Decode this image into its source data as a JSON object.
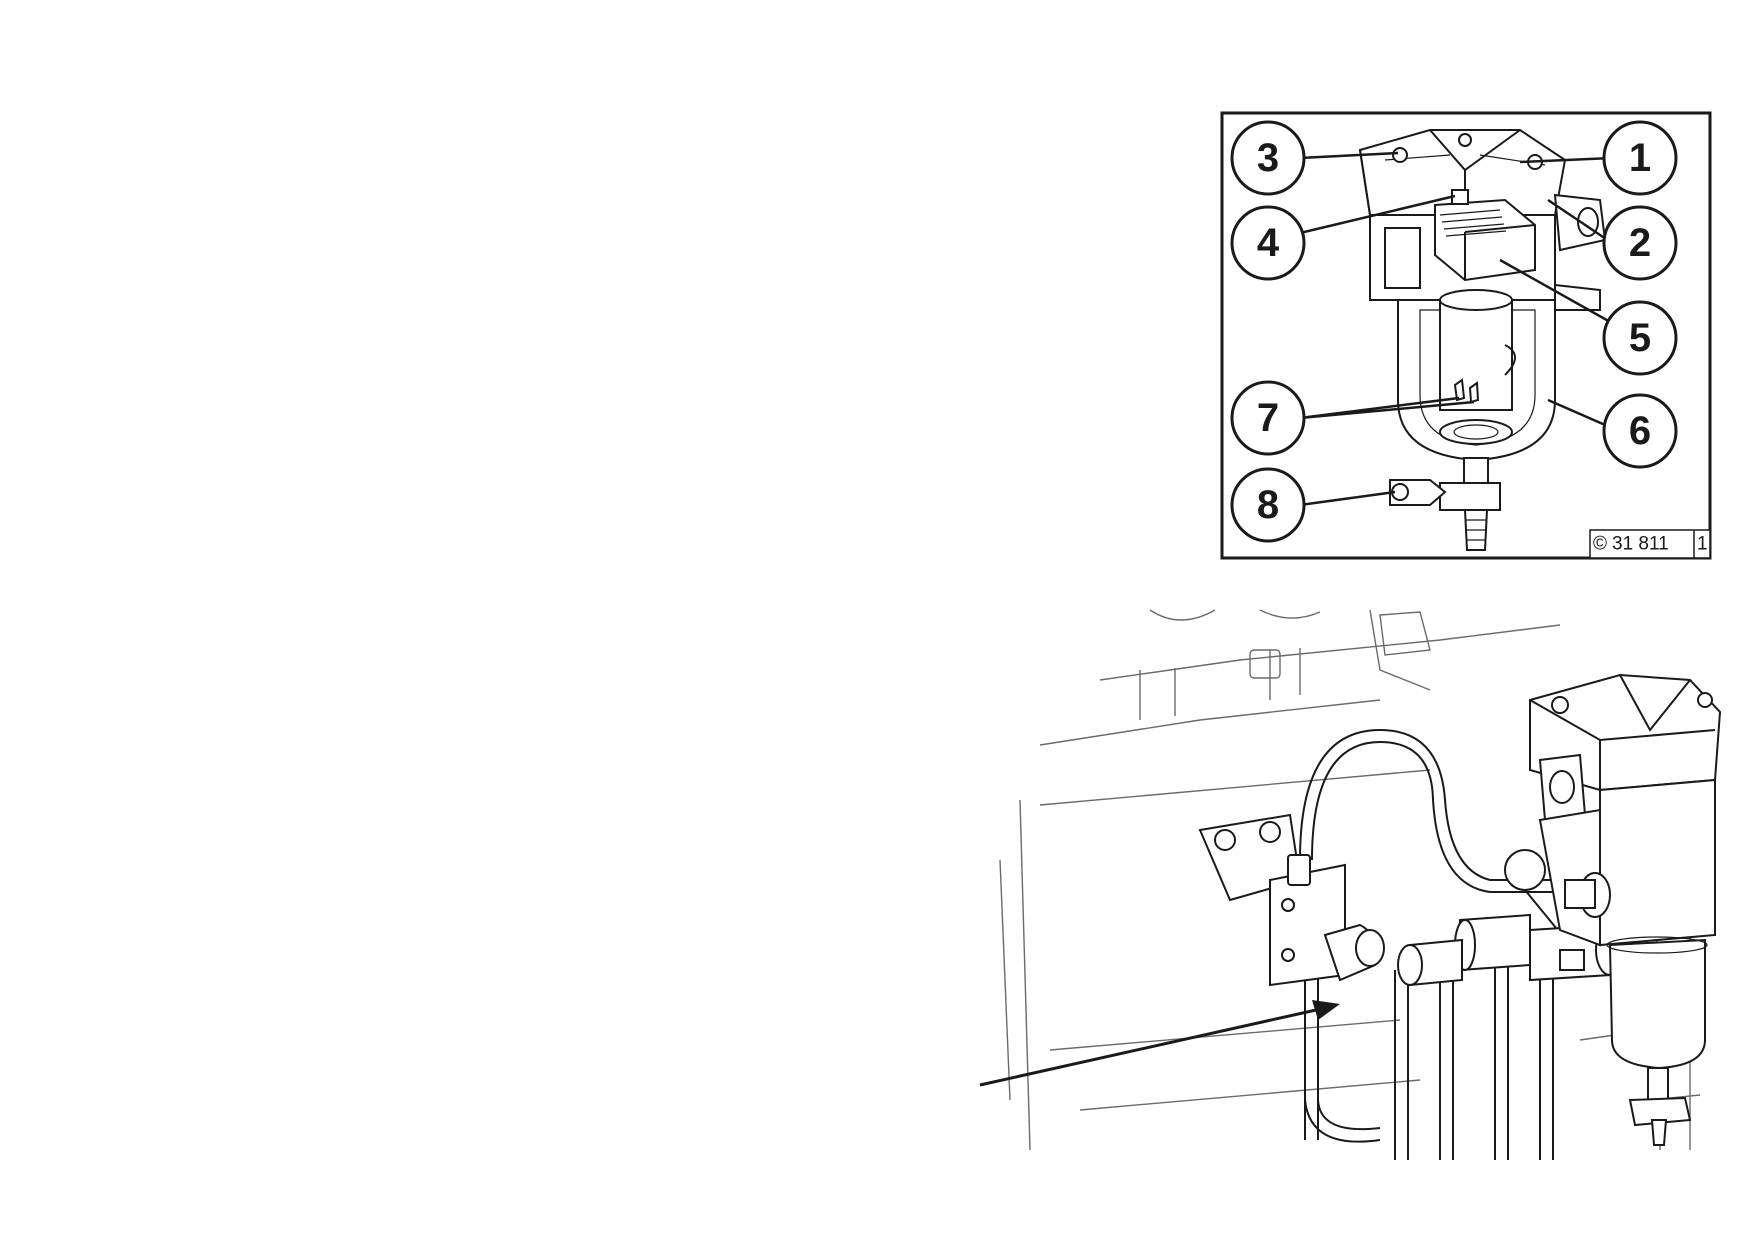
{
  "figure": {
    "callouts": [
      {
        "label": "1"
      },
      {
        "label": "2"
      },
      {
        "label": "3"
      },
      {
        "label": "4"
      },
      {
        "label": "5"
      },
      {
        "label": "6"
      },
      {
        "label": "7"
      },
      {
        "label": "8"
      }
    ],
    "reference_code": {
      "copyright": "©",
      "number": "31 811",
      "sheet": "1"
    }
  },
  "colors": {
    "line": "#1a1a1a",
    "background_line": "#6a6a6a",
    "paper": "#ffffff"
  }
}
